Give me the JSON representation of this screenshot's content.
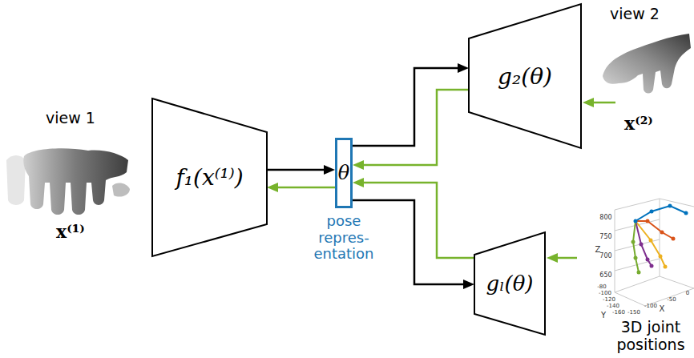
{
  "diagram": {
    "nodes": [
      {
        "text": [
          "f₁(x⁽¹⁾)"
        ]
      },
      {
        "text": [
          "θ"
        ]
      },
      {
        "text": [
          "g₂(θ)"
        ]
      },
      {
        "text": [
          "gₗ(θ)"
        ]
      }
    ],
    "edges": [
      {
        "from": 0,
        "to": 1,
        "arrow": "to"
      },
      {
        "from": 1,
        "to": 0,
        "arrow": "to"
      },
      {
        "from": 1,
        "to": 2,
        "arrow": "to"
      },
      {
        "from": 2,
        "to": 1,
        "arrow": "to"
      },
      {
        "from": 1,
        "to": 3,
        "arrow": "to"
      },
      {
        "from": 3,
        "to": 1,
        "arrow": "to"
      }
    ],
    "labels": [
      "view 1",
      "x⁽¹⁾",
      "pose repres- entation",
      "view 2",
      "x⁽²⁾",
      "Z",
      "800",
      "750",
      "700",
      "650",
      "Y",
      "-80",
      "-100",
      "-120",
      "-140",
      "-160",
      "X",
      "-150",
      "-100",
      "-50",
      "0",
      "3D joint positions"
    ]
  }
}
